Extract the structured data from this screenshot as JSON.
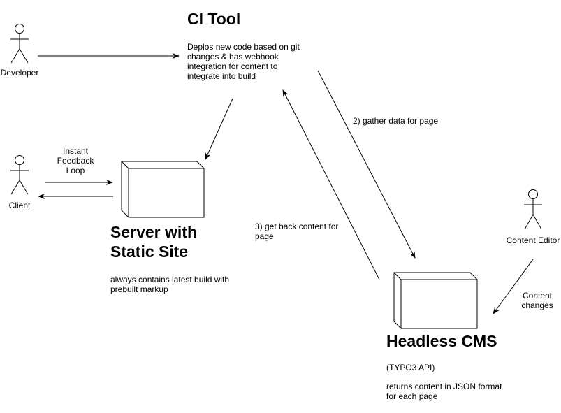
{
  "colors": {
    "stroke": "#000000",
    "background": "#ffffff",
    "text": "#000000"
  },
  "actors": {
    "developer": "Developer",
    "client": "Client",
    "content_editor": "Content Editor"
  },
  "nodes": {
    "ci_tool": {
      "title": "CI Tool",
      "description": "Deplos new code based on git\nchanges & has webhook\nintegration for content to\nintegrate into build"
    },
    "server": {
      "title": "Server with\nStatic Site",
      "description": "always contains latest build with\nprebuilt markup"
    },
    "cms": {
      "title": "Headless CMS",
      "subtitle": "(TYPO3 API)",
      "description": "returns content in JSON format\nfor each page"
    }
  },
  "edge_labels": {
    "feedback_loop": "Instant\nFeedback\nLoop",
    "gather_data": "2) gather data for page",
    "get_back_content": "3) get back content for\npage",
    "content_changes": "Content\nchanges"
  },
  "icons": {
    "actor": "stick-figure-icon",
    "node": "3d-box-icon"
  }
}
